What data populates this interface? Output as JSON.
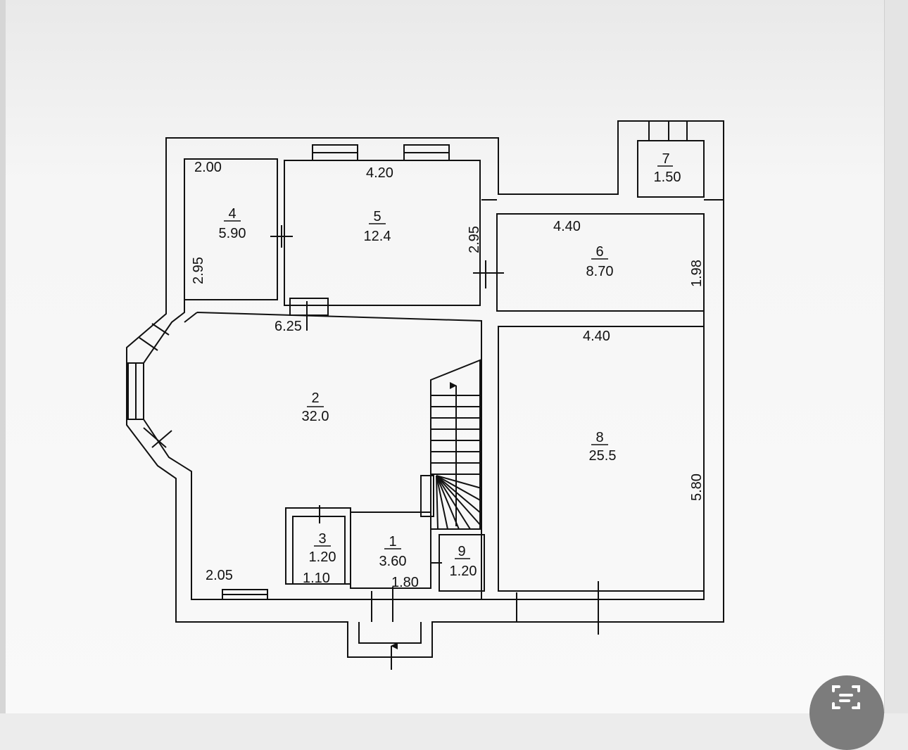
{
  "rooms": [
    {
      "number": "1",
      "area": "3.60"
    },
    {
      "number": "2",
      "area": "32.0"
    },
    {
      "number": "3",
      "area": "1.20"
    },
    {
      "number": "4",
      "area": "5.90"
    },
    {
      "number": "5",
      "area": "12.4"
    },
    {
      "number": "6",
      "area": "8.70"
    },
    {
      "number": "7",
      "area": "1.50"
    },
    {
      "number": "8",
      "area": "25.5"
    },
    {
      "number": "9",
      "area": "1.20"
    }
  ],
  "dimensions": {
    "room4_width": "2.00",
    "room4_height": "2.95",
    "room5_width": "4.20",
    "room5_height": "2.95",
    "room6_width": "4.40",
    "room6_height": "1.98",
    "room2_width": "6.25",
    "room2_bottom": "2.05",
    "room8_width": "4.40",
    "room8_height": "5.80",
    "room3_width": "1.10",
    "room1_width": "1.80"
  },
  "colors": {
    "line": "#111111",
    "paper": "#f7f7f7",
    "overlay_button": "#7c7c7c"
  },
  "icons": {
    "entrance_arrow": "arrow-up-icon",
    "stair_direction": "arrow-up-icon",
    "overlay_button": "scan-text-icon"
  }
}
